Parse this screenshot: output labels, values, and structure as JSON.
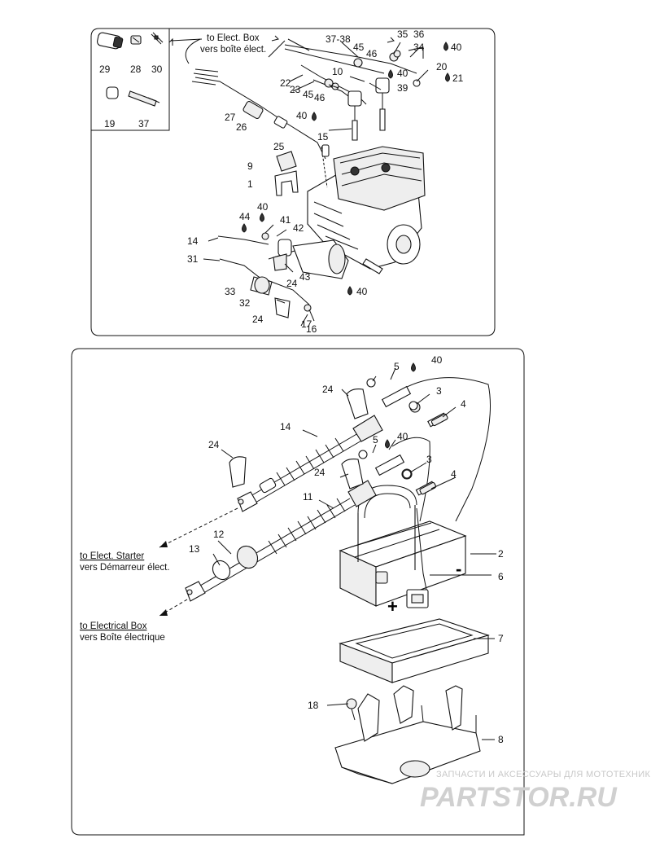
{
  "top_panel": {
    "callouts": {
      "c1": "1",
      "c9": "9",
      "c10": "10",
      "c14": "14",
      "c15": "15",
      "c16": "16",
      "c17": "17",
      "c19": "19",
      "c20": "20",
      "c21": "21",
      "c22": "22",
      "c23": "23",
      "c24a": "24",
      "c24b": "24",
      "c25": "25",
      "c26": "26",
      "c27": "27",
      "c28": "28",
      "c29": "29",
      "c30": "30",
      "c31": "31",
      "c32": "32",
      "c33": "33",
      "c34": "34",
      "c35": "35",
      "c36": "36",
      "c37": "37",
      "c3738": "37-38",
      "c39": "39",
      "c40a": "40",
      "c40b": "40",
      "c40c": "40",
      "c40d": "40",
      "c40e": "40",
      "c41": "41",
      "c42": "42",
      "c43": "43",
      "c44": "44",
      "c45a": "45",
      "c45b": "45",
      "c46a": "46",
      "c46b": "46"
    },
    "note_elect_box_en": "to Elect. Box",
    "note_elect_box_fr": "vers boîte élect."
  },
  "bottom_panel": {
    "callouts": {
      "c2": "2",
      "c3a": "3",
      "c3b": "3",
      "c4a": "4",
      "c4b": "4",
      "c5a": "5",
      "c5b": "5",
      "c6": "6",
      "c7": "7",
      "c8": "8",
      "c11": "11",
      "c12": "12",
      "c13": "13",
      "c14": "14",
      "c18": "18",
      "c24a": "24",
      "c24b": "24",
      "c24c": "24",
      "c40a": "40",
      "c40b": "40"
    },
    "note_starter_en": "to Elect. Starter",
    "note_starter_fr": "vers Démarreur élect.",
    "note_elec_box_en": "to Electrical Box",
    "note_elec_box_fr": "vers Boîte électrique",
    "minus_sign": "-",
    "plus_sign": "+"
  },
  "watermark": {
    "tagline": "ЗАПЧАСТИ И АКСЕССУАРЫ ДЛЯ МОТОТЕХНИКИ",
    "logo": "PARTSTOR.RU"
  }
}
